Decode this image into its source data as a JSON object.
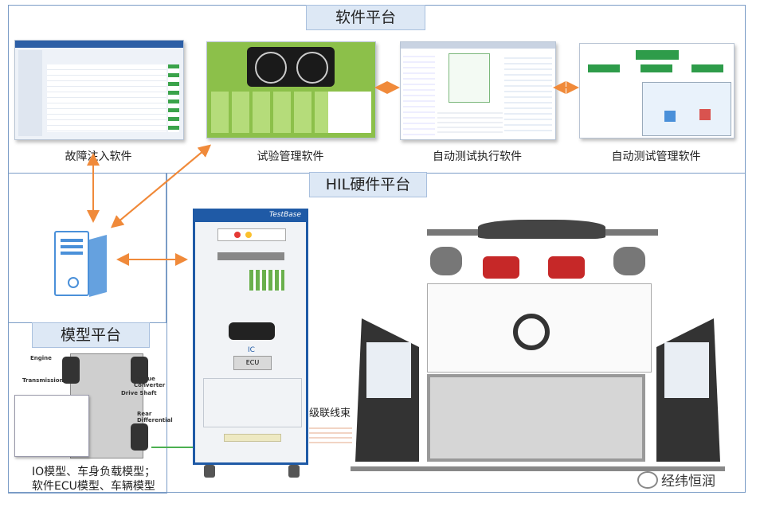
{
  "software": {
    "title": "软件平台",
    "items": [
      {
        "label": "故障注入软件"
      },
      {
        "label": "试验管理软件"
      },
      {
        "label": "自动测试执行软件"
      },
      {
        "label": "自动测试管理软件"
      }
    ]
  },
  "hil": {
    "title": "HIL硬件平台",
    "cabinet_brand": "TestBase",
    "ic_label": "IC",
    "ecu_label": "ECU",
    "cable_label": "级联线束"
  },
  "model": {
    "title": "模型平台",
    "line1": "IO模型、车身负载模型；",
    "line2": "软件ECU模型、车辆模型",
    "chassis_labels": [
      "Engine",
      "Transmission",
      "Torque Converter",
      "Drive Shaft",
      "Rear Differential"
    ]
  },
  "watermark": "经纬恒润",
  "colors": {
    "arrow": "#f08a3a",
    "frame": "#7a9cc6",
    "title_bg": "#dde8f5",
    "green_arrow": "#4caf50",
    "server": "#4a90d9"
  }
}
